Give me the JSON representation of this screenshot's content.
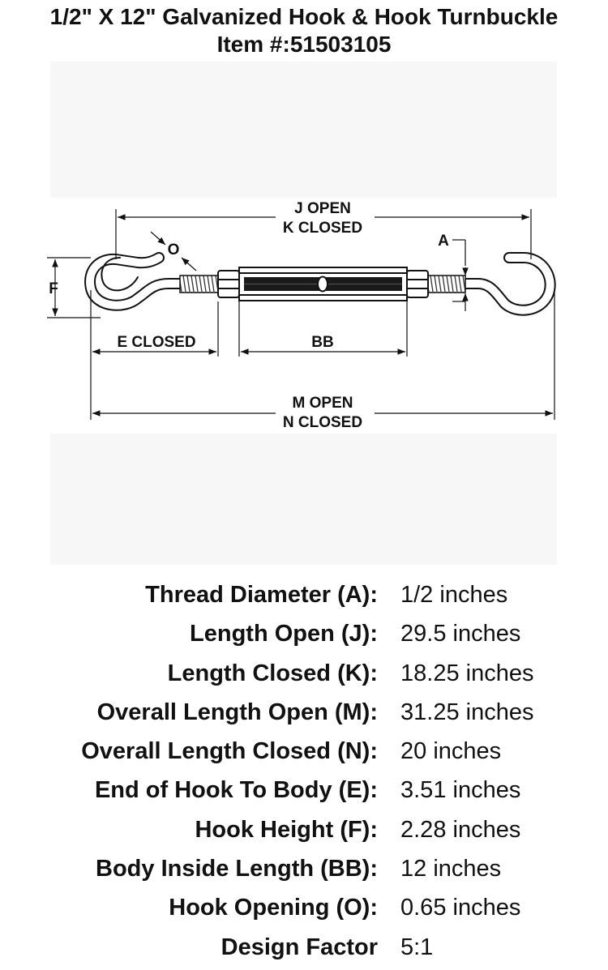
{
  "header": {
    "title": "1/2\" X 12\" Galvanized Hook & Hook Turnbuckle",
    "item": "Item #:51503105"
  },
  "diagram": {
    "labels": {
      "j_open": "J  OPEN",
      "k_closed": "K  CLOSED",
      "a": "A",
      "o": "O",
      "f": "F",
      "e_closed": "E  CLOSED",
      "bb": "BB",
      "m_open": "M  OPEN",
      "n_closed": "N  CLOSED"
    }
  },
  "specs": [
    {
      "label": "Thread Diameter (A):",
      "value": "1/2 inches"
    },
    {
      "label": "Length Open (J):",
      "value": "29.5 inches"
    },
    {
      "label": "Length Closed (K):",
      "value": "18.25 inches"
    },
    {
      "label": "Overall Length Open (M):",
      "value": "31.25 inches"
    },
    {
      "label": "Overall Length Closed (N):",
      "value": "20 inches"
    },
    {
      "label": "End of Hook To Body (E):",
      "value": "3.51 inches"
    },
    {
      "label": "Hook Height (F):",
      "value": "2.28 inches"
    },
    {
      "label": "Body Inside Length (BB):",
      "value": "12 inches"
    },
    {
      "label": "Hook Opening (O):",
      "value": "0.65 inches"
    },
    {
      "label": "Design Factor",
      "value": "5:1"
    }
  ]
}
